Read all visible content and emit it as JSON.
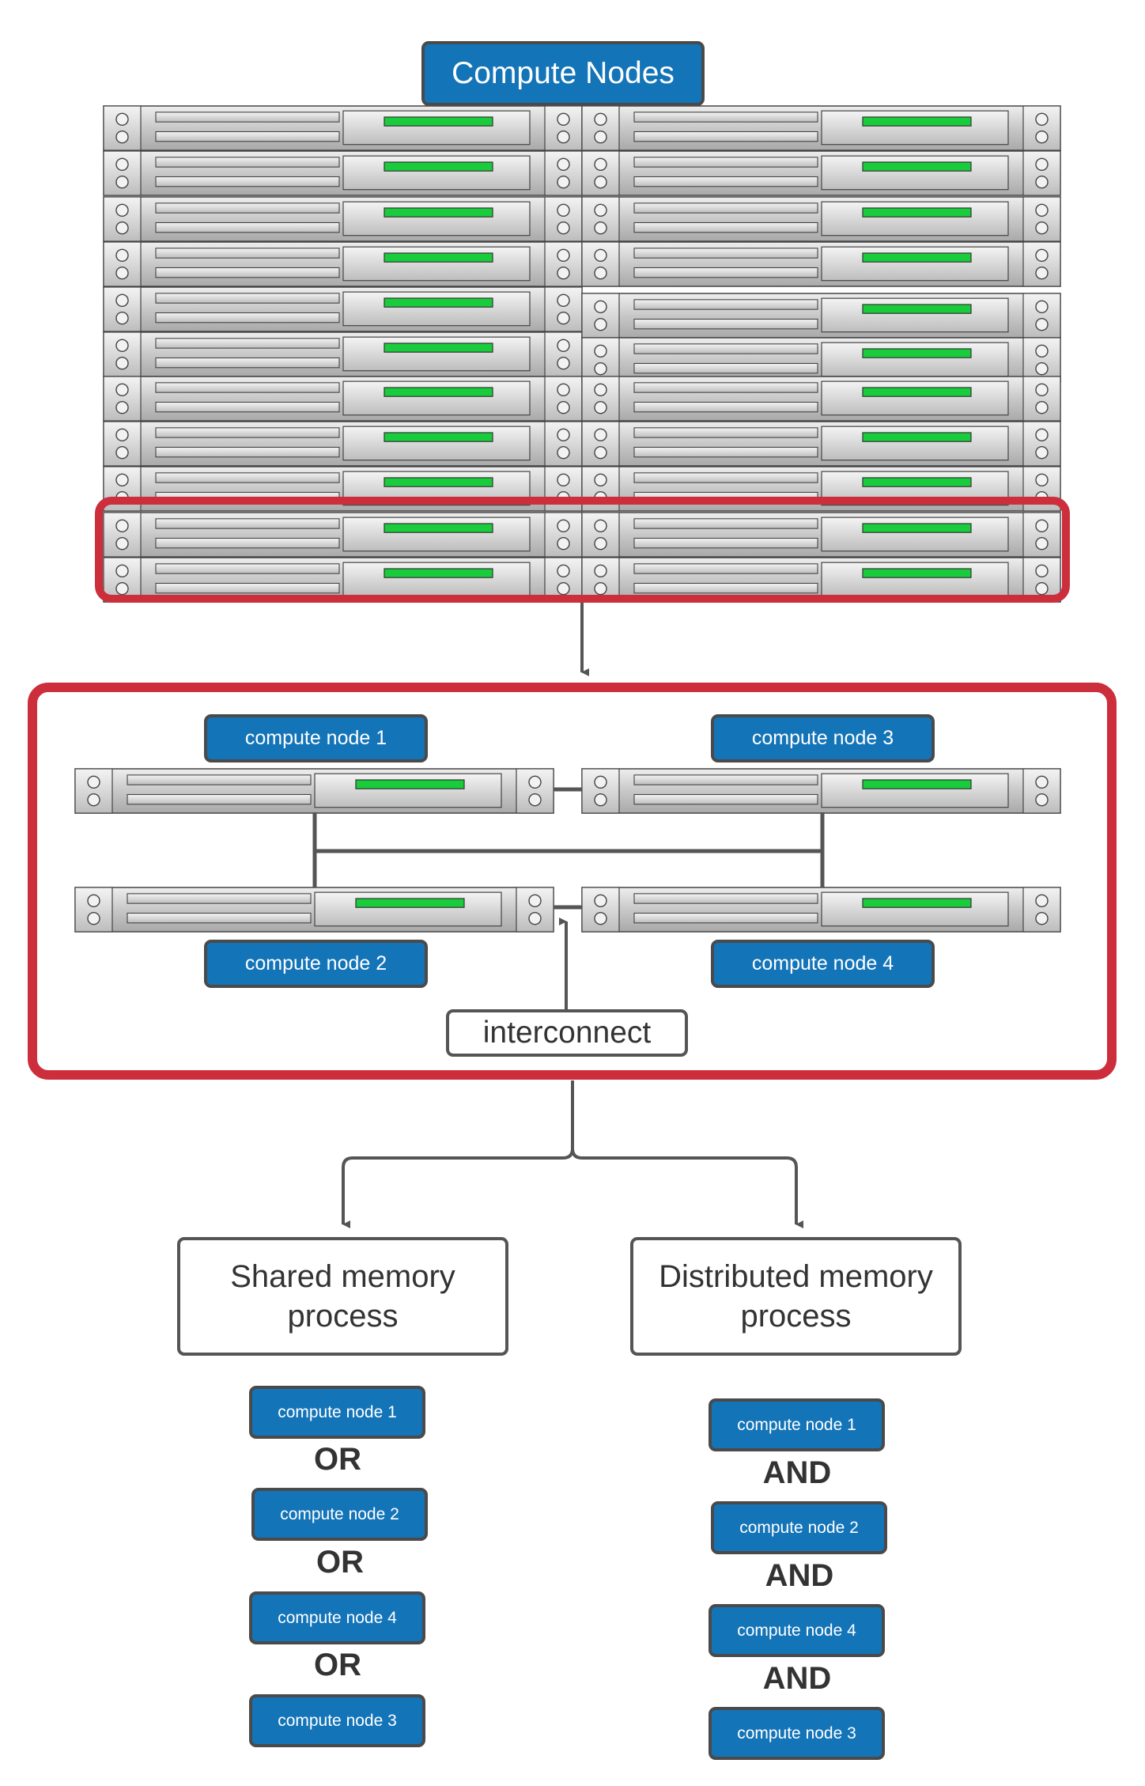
{
  "title": "Compute Nodes",
  "cluster": {
    "rows": 11,
    "columns": 2,
    "highlighted_rows": 2
  },
  "detail": {
    "nodes": [
      "compute node 1",
      "compute node 2",
      "compute node 3",
      "compute node 4"
    ],
    "interconnect_label": "interconnect"
  },
  "shared": {
    "title_line1": "Shared memory",
    "title_line2": "process",
    "nodes": [
      "compute node 1",
      "compute node 2",
      "compute node 4",
      "compute node 3"
    ],
    "joiner": "OR"
  },
  "distributed": {
    "title_line1": "Distributed memory",
    "title_line2": "process",
    "nodes": [
      "compute node 1",
      "compute node 2",
      "compute node 4",
      "compute node 3"
    ],
    "joiner": "AND"
  },
  "colors": {
    "pill_fill": "#1474b8",
    "highlight": "#cc2e3b",
    "led": "#19cc3c",
    "chassis": "#cfcfcf",
    "line": "#555555"
  }
}
